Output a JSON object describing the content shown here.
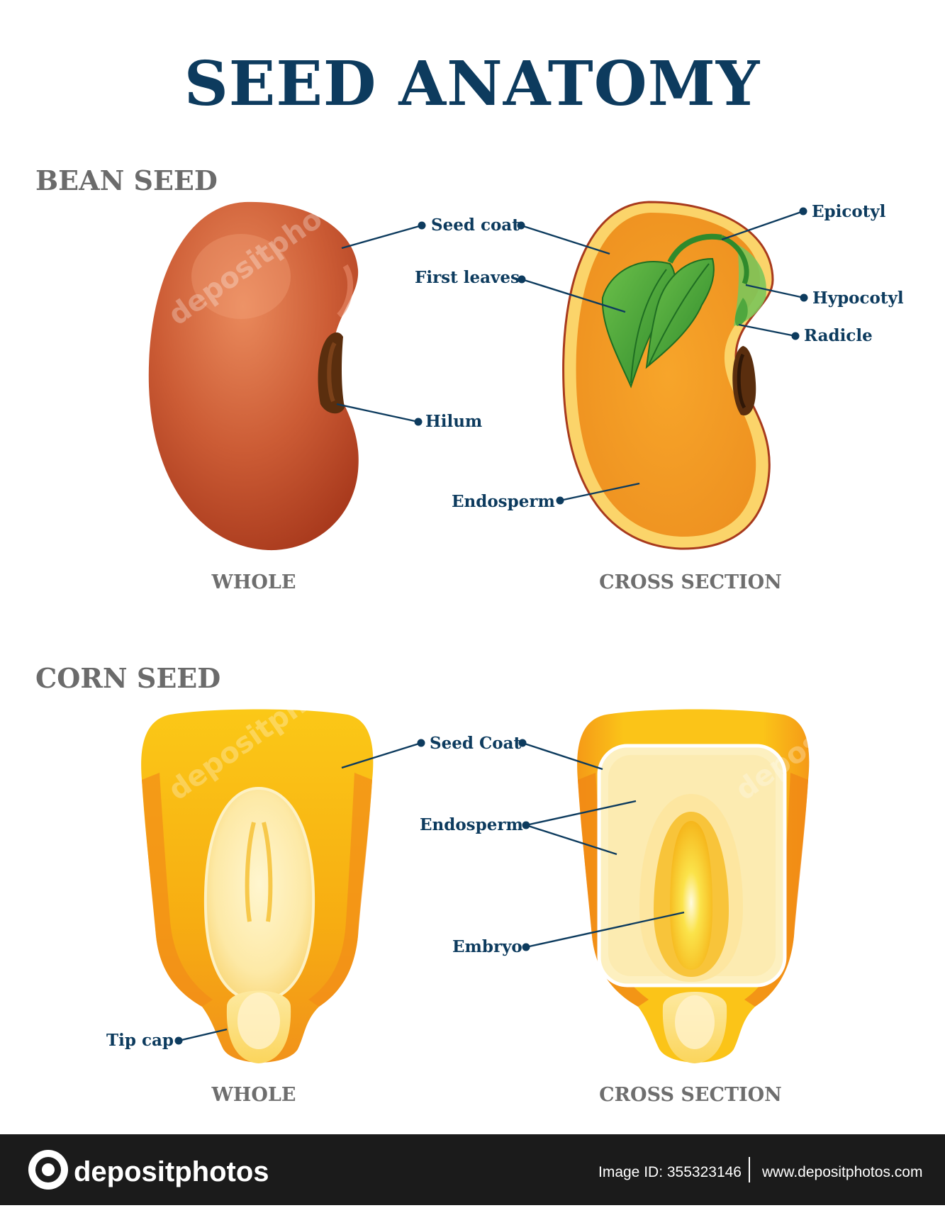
{
  "title": "SEED ANATOMY",
  "bean": {
    "heading": "BEAN SEED",
    "whole_caption": "WHOLE",
    "cross_caption": "CROSS SECTION",
    "labels": {
      "seed_coat": "Seed coat",
      "hilum": "Hilum",
      "first_leaves": "First leaves",
      "endosperm": "Endosperm",
      "epicotyl": "Epicotyl",
      "hypocotyl": "Hypocotyl",
      "radicle": "Radicle"
    }
  },
  "corn": {
    "heading": "CORN SEED",
    "whole_caption": "WHOLE",
    "cross_caption": "CROSS SECTION",
    "labels": {
      "seed_coat": "Seed Coat",
      "endosperm": "Endosperm",
      "embryo": "Embryo",
      "tip_cap": "Tip cap"
    }
  },
  "watermark": "depositphotos",
  "footer": {
    "logo_text": "depositphotos",
    "image_id": "Image ID: 355323146",
    "site": "www.depositphotos.com"
  },
  "colors": {
    "title": "#0d3b5e",
    "heading": "#6b6b6b",
    "bean_skin": "#c4542f",
    "bean_inner": "#f29b22",
    "leaf": "#3f9a36",
    "corn_yellow": "#f7bd12",
    "corn_orange": "#ef8a12",
    "footer_bg": "#1b1b1b"
  }
}
